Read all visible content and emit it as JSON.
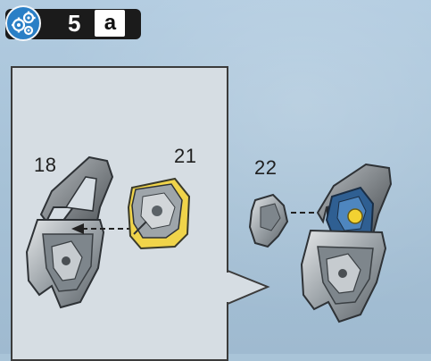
{
  "header": {
    "step_number": "5",
    "substep": "a",
    "icon": "gear-cluster-icon",
    "accent_color": "#2a7fc6"
  },
  "inset": {
    "labels": {
      "part_18": "18",
      "part_21": "21"
    }
  },
  "main": {
    "labels": {
      "part_22": "22"
    }
  }
}
